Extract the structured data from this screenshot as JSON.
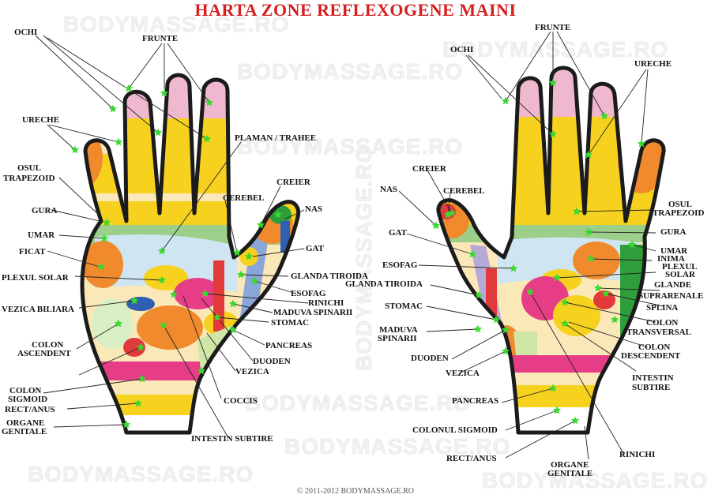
{
  "title": "HARTA ZONE REFLEXOGENE MAINI",
  "copyright": "© 2011-2012 BODYMASSAGE.RO",
  "watermark": "BODYMASSAGE.RO",
  "colors": {
    "title": "#d41f1f",
    "outline": "#1b1b1b",
    "star": "#39d92e",
    "pink": "#f0b8cf",
    "yellow": "#f6d21e",
    "cream": "#fbe8b8",
    "orange": "#f08a2c",
    "light_blue": "#cfe6f2",
    "green": "#2e9e3a",
    "magenta": "#e63d86",
    "red": "#e23a3a",
    "lavender": "#b7a9d6"
  },
  "left_labels": {
    "ochi": "OCHI",
    "frunte": "FRUNTE",
    "ureche": "URECHE",
    "osul": "OSUL",
    "trapezoid": "TRAPEZOID",
    "gura": "GURA",
    "umar": "UMAR",
    "ficat": "FICAT",
    "plexul_solar": "PLEXUL SOLAR",
    "vezica_biliara": "VEZICA BILIARA",
    "colon": "COLON",
    "ascendent": "ASCENDENT",
    "colon2": "COLON",
    "sigmoid": "SIGMOID",
    "rect_anus": "RECT/ANUS",
    "organe": "ORGANE",
    "genitale": "GENITALE",
    "plaman": "PLAMAN / TRAHEE",
    "creier": "CREIER",
    "cerebel": "CEREBEL",
    "nas": "NAS",
    "gat": "GAT",
    "glanda_tiroida": "GLANDA TIROIDA",
    "esofag": "ESOFAG",
    "rinichi": "RINICHI",
    "maduva": "MADUVA SPINARII",
    "stomac": "STOMAC",
    "pancreas": "PANCREAS",
    "duoden": "DUODEN",
    "vezica": "VEZICA",
    "coccis": "COCCIS",
    "intestin_subtire": "INTESTIN SUBTIRE"
  },
  "right_labels": {
    "frunte": "FRUNTE",
    "ochi": "OCHI",
    "ureche": "URECHE",
    "creier": "CREIER",
    "nas": "NAS",
    "cerebel": "CEREBEL",
    "gat": "GAT",
    "esofag": "ESOFAG",
    "glanda_tiroida": "GLANDA TIROIDA",
    "stomac": "STOMAC",
    "maduva": "MADUVA",
    "spinarii": "SPINARII",
    "duoden": "DUODEN",
    "vezica": "VEZICA",
    "pancreas": "PANCREAS",
    "colonul_sigmoid": "COLONUL SIGMOID",
    "rect_anus": "RECT/ANUS",
    "organe": "ORGANE",
    "genitale": "GENITALE",
    "rinichi": "RINICHI",
    "osul": "OSUL",
    "trapezoid": "TRAPEZOID",
    "gura": "GURA",
    "umar": "UMAR",
    "inima": "INIMA",
    "plexul": "PLEXUL",
    "solar": "SOLAR",
    "glande": "GLANDE",
    "suprarenale": "SUPRARENALE",
    "splina": "SPLINA",
    "colon": "COLON",
    "transversal": "TRANSVERSAL",
    "colon2": "COLON",
    "descendent": "DESCENDENT",
    "intestin": "INTESTIN",
    "subtire": "SUBTIRE"
  }
}
